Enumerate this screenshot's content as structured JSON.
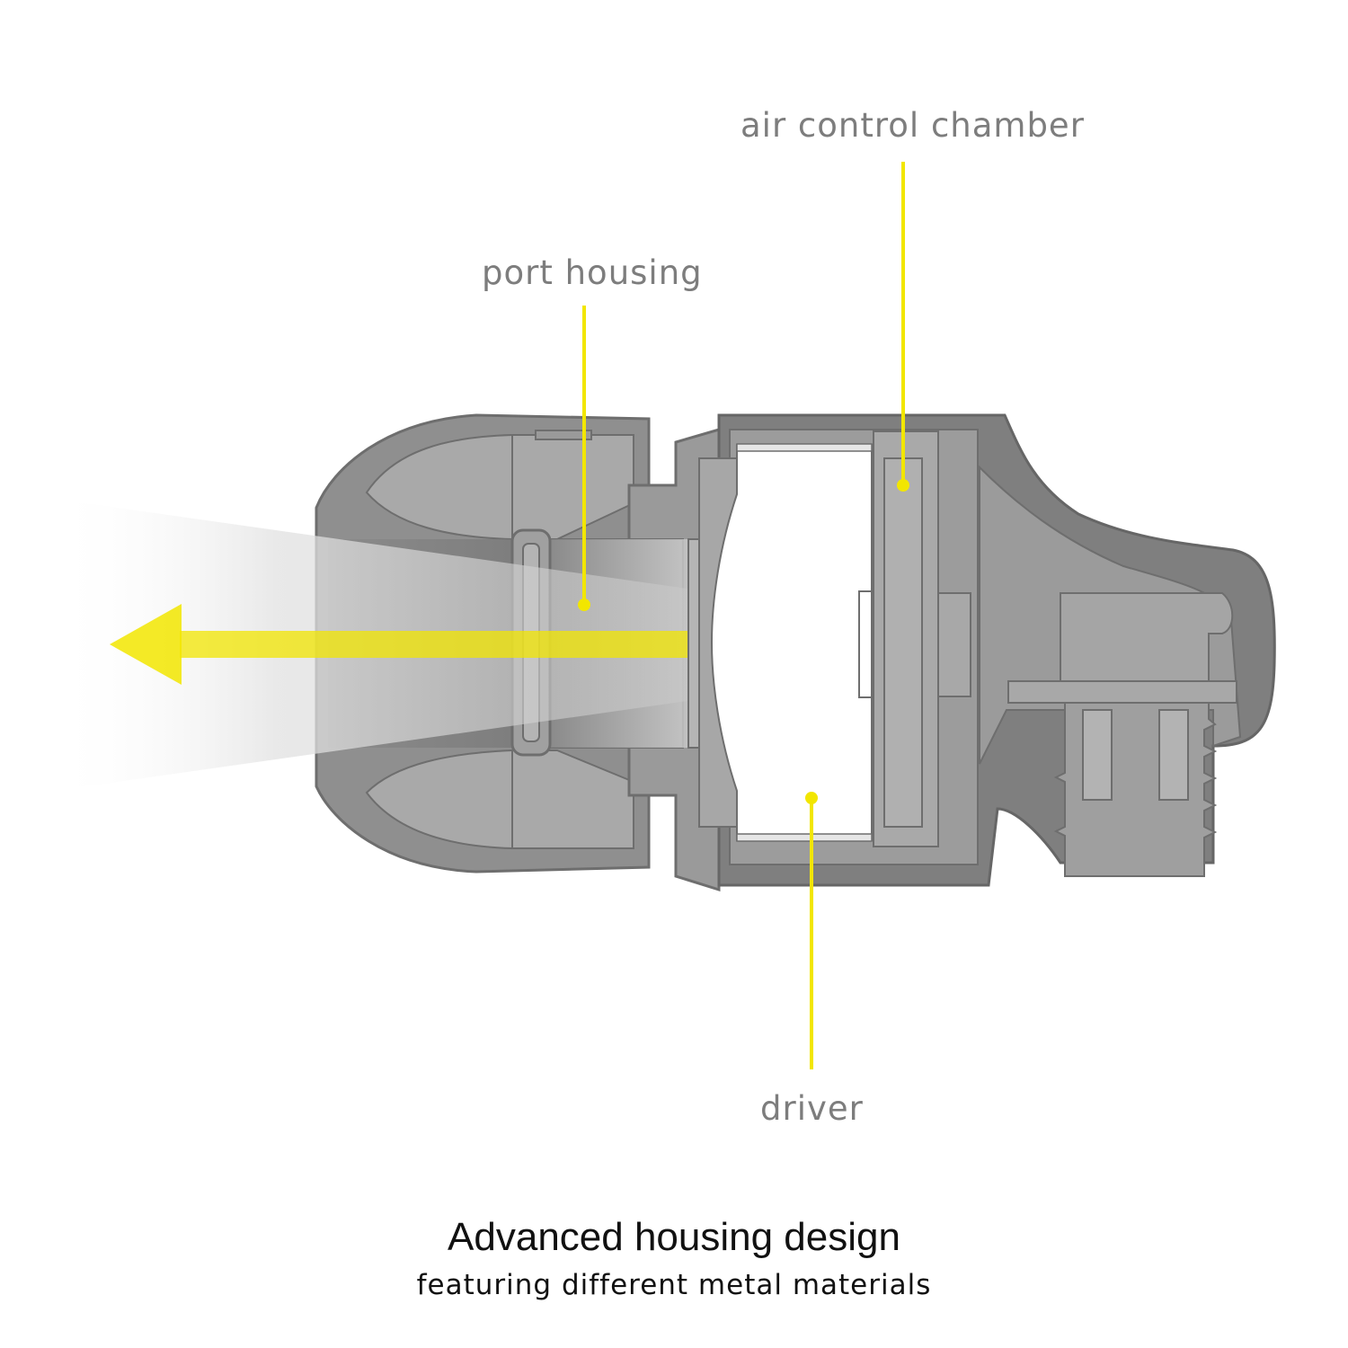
{
  "labels": {
    "air_control_chamber": "air control chamber",
    "port_housing": "port housing",
    "driver": "driver"
  },
  "caption": {
    "title": "Advanced housing design",
    "subtitle": "featuring different metal materials"
  },
  "colors": {
    "accent": "#f2e600",
    "housing_dark": "#7b7b7b",
    "housing_mid": "#9a9a9a",
    "housing_light": "#b5b5b5",
    "label_text": "#7d7d7d",
    "caption_text": "#111111"
  }
}
